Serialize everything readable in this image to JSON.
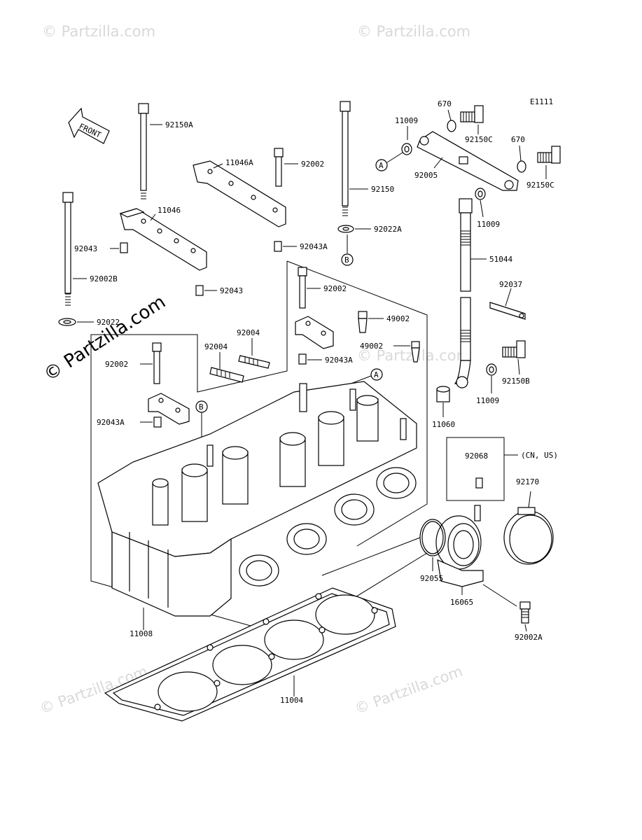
{
  "diagram": {
    "code": "E1111",
    "front_label": "FRONT",
    "watermark": "© Partzilla.com",
    "callouts": {
      "A": "A",
      "B": "B"
    },
    "note_cn_us": "(CN, US)",
    "parts": {
      "p92150A": "92150A",
      "p11046A": "11046A",
      "p92002_top": "92002",
      "p11046": "11046",
      "p92043_left": "92043",
      "p92002B": "92002B",
      "p92043_mid": "92043",
      "p92043A_top": "92043A",
      "p92022": "92022",
      "p92004_a": "92004",
      "p92004_b": "92004",
      "p92002_mid": "92002",
      "p92002_left": "92002",
      "p92043A_mid": "92043A",
      "p92043A_left": "92043A",
      "p49002_a": "49002",
      "p49002_b": "49002",
      "p11009_a": "11009",
      "p670_a": "670",
      "p92150C_a": "92150C",
      "p670_b": "670",
      "p92005": "92005",
      "p92150C_b": "92150C",
      "p92150": "92150",
      "p11009_b": "11009",
      "p92022A": "92022A",
      "p51044": "51044",
      "p92037": "92037",
      "p92150B": "92150B",
      "p11009_c": "11009",
      "p11060": "11060",
      "p92068": "92068",
      "p92170": "92170",
      "p92055": "92055",
      "p16065": "16065",
      "p92002A": "92002A",
      "p11008": "11008",
      "p11004": "11004"
    }
  }
}
